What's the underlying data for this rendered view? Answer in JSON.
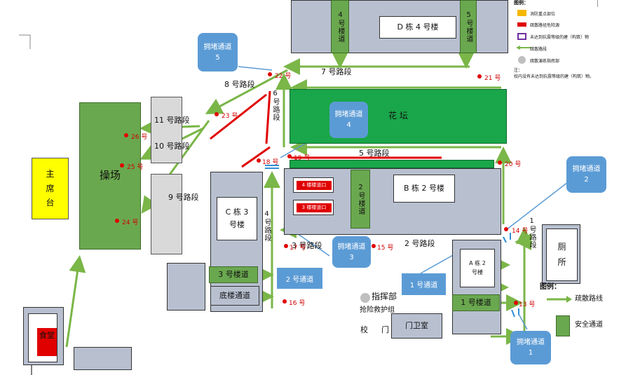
{
  "buildings": {
    "d4": "D 栋 4 号楼",
    "b2": "B 栋 2 号楼",
    "c3": "C 栋 3 号楼",
    "a2": "A 栋 2 号楼",
    "toilet": "厕所",
    "gate": "门卫室",
    "gate_left": "校",
    "gate_right": "门",
    "playground": "操场",
    "podium": "主席台",
    "canteen": "食堂",
    "flower": "花 坛"
  },
  "passages": {
    "d_left": "4号楼道",
    "d_right": "5号楼道",
    "b_center": "2号楼道",
    "c_stair": "3 号楼道",
    "c_bottom": "底楼通道",
    "a_stair": "1 号楼道",
    "b_room1": "4 楼楼道口",
    "b_room2": "3 楼楼道口"
  },
  "roads": {
    "r1": "1号路段",
    "r2": "2 号路段",
    "r3": "3 号路段",
    "r4": "4号路段",
    "r5": "5 号路段",
    "r6": "6号路段",
    "r7": "7 号路段",
    "r8": "8 号路段",
    "r9": "9 号路段",
    "r10": "10 号路段",
    "r11": "11 号路段"
  },
  "points": [
    "13 号",
    "14 号",
    "15 号",
    "16 号",
    "17 号",
    "18 号",
    "19 号",
    "20 号",
    "21 号",
    "22 号",
    "23 号",
    "24 号",
    "25 号",
    "26 号"
  ],
  "callouts": {
    "jam1": "拥堵通道 1",
    "jam2": "拥堵通道 2",
    "jam3": "拥堵通道 3",
    "jam4": "拥堵通道 4",
    "jam5": "拥堵通道 5",
    "ch1": "1 号通道",
    "ch2": "2 号通道"
  },
  "command": {
    "title": "指挥部",
    "sub": "抢险救护组"
  },
  "legend_top": {
    "title": "图例：",
    "items": [
      {
        "color": "#f5b800",
        "label": "消防重点部位"
      },
      {
        "color": "#e00000",
        "label": "疏散路径危险源"
      },
      {
        "color": "#7030a0",
        "label": "未达到抗震等级的建（构筑）物"
      },
      {
        "color": "#6aa84f",
        "label": "疏散路段"
      },
      {
        "color": "#bfbfbf",
        "label": "疏散演练指挥部"
      }
    ],
    "note1": "注：",
    "note2": "校内没有未达到抗震等级的建（构筑）物。"
  },
  "legend_bottom": {
    "title": "图例：",
    "route": "疏散路线",
    "safe": "安全通道"
  },
  "colors": {
    "route": "#7ab648",
    "danger": "#e00000",
    "building": "#b8c0d0",
    "stair": "#6aa84f",
    "callout": "#5b9bd5"
  }
}
